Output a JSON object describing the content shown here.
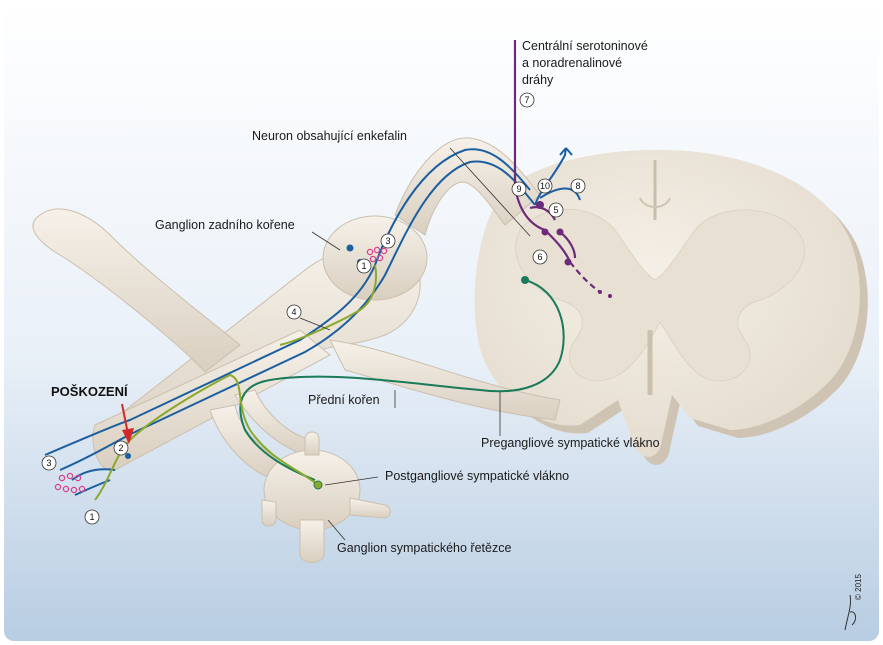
{
  "labels": {
    "central_pathways_line1": "Centrální serotoninové",
    "central_pathways_line2": "a noradrenalinové",
    "central_pathways_line3": "dráhy",
    "enkephalin_neuron": "Neuron obsahující enkefalin",
    "dorsal_root_ganglion": "Ganglion zadního kořene",
    "injury": "POŠKOZENÍ",
    "ventral_root": "Přední kořen",
    "preganglionic_fiber": "Pregangliové sympatické vlákno",
    "postganglionic_fiber": "Postgangliové sympatické vlákno",
    "sympathetic_ganglion": "Ganglion sympatického řetězce",
    "copyright": "© 2015"
  },
  "markers": {
    "m1a": "1",
    "m1b": "1",
    "m2": "2",
    "m3a": "3",
    "m3b": "3",
    "m4": "4",
    "m5": "5",
    "m6": "6",
    "m7": "7",
    "m8": "8",
    "m9": "9",
    "m10": "10"
  },
  "colors": {
    "afferent_fiber": "#1b5fa0",
    "sympathetic_preganglionic": "#1a7a5a",
    "sympathetic_postganglionic": "#8aa82a",
    "descending_pathway": "#6b2a7a",
    "injury_arrow": "#d22a2a",
    "nerve_tissue": "#ede6da",
    "receptor_dots": "#d9418c"
  }
}
